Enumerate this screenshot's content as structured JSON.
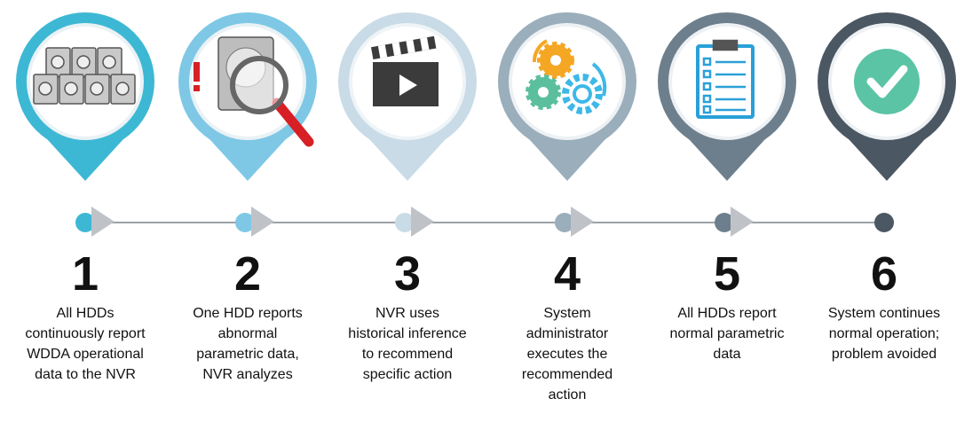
{
  "steps": [
    {
      "number": "1",
      "lines": [
        "All HDDs",
        "continuously report",
        "WDDA operational",
        "data to the NVR"
      ],
      "color": "#3db8d4",
      "icon": "hdd-array-icon"
    },
    {
      "number": "2",
      "lines": [
        "One HDD reports",
        "abnormal",
        "parametric data,",
        "NVR analyzes"
      ],
      "color": "#7ec8e6",
      "icon": "magnifier-hdd-icon"
    },
    {
      "number": "3",
      "lines": [
        "NVR uses",
        "historical inference",
        "to recommend",
        "specific action"
      ],
      "color": "#c9dbe6",
      "icon": "clapperboard-icon"
    },
    {
      "number": "4",
      "lines": [
        "System",
        "administrator",
        "executes the",
        "recommended",
        "action"
      ],
      "color": "#9aaebc",
      "icon": "gears-icon"
    },
    {
      "number": "5",
      "lines": [
        "All HDDs report",
        "normal parametric",
        "data"
      ],
      "color": "#6d7f8d",
      "icon": "checklist-icon"
    },
    {
      "number": "6",
      "lines": [
        "System continues",
        "normal operation;",
        "problem avoided"
      ],
      "color": "#4b5763",
      "icon": "checkmark-icon"
    }
  ]
}
